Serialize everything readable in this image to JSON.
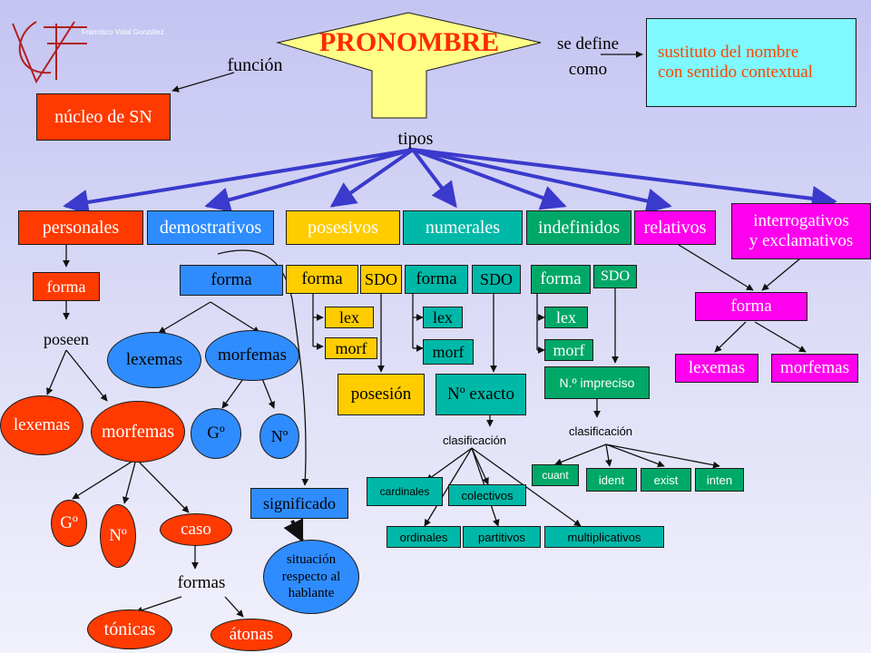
{
  "brand": {
    "logo_text": "Francisco Vidal González"
  },
  "title": "PRONOMBRE",
  "labels": {
    "funcion": "función",
    "se_define_1": "se define",
    "se_define_2": "como",
    "tipos": "tipos",
    "poseen": "poseen",
    "clasificacion_1": "clasificación",
    "clasificacion_2": "clasificación",
    "formas": "formas"
  },
  "definition": {
    "line1": "sustituto del nombre",
    "line2": "con sentido contextual"
  },
  "nucleo": "núcleo de SN",
  "types": {
    "personales": "personales",
    "demostrativos": "demostrativos",
    "posesivos": "posesivos",
    "numerales": "numerales",
    "indefinidos": "indefinidos",
    "relativos": "relativos",
    "interrogativos_1": "interrogativos",
    "interrogativos_2": "y exclamativos"
  },
  "personales": {
    "forma": "forma",
    "lexemas": "lexemas",
    "morfemas": "morfemas",
    "genero": "Gº",
    "numero": "Nº",
    "caso": "caso",
    "tonicas": "tónicas",
    "atonas": "átonas"
  },
  "demostrativos": {
    "forma": "forma",
    "lexemas": "lexemas",
    "morfemas": "morfemas",
    "genero": "Gº",
    "numero": "Nº",
    "significado": "significado",
    "situacion_1": "situación",
    "situacion_2": "respecto al",
    "situacion_3": "hablante"
  },
  "posesivos": {
    "forma": "forma",
    "sdo": "SDO",
    "lex": "lex",
    "morf": "morf",
    "posesion": "posesión"
  },
  "numerales": {
    "forma": "forma",
    "sdo": "SDO",
    "lex": "lex",
    "morf": "morf",
    "exacto": "Nº exacto",
    "cardinales": "cardinales",
    "colectivos": "colectivos",
    "ordinales": "ordinales",
    "partitivos": "partitivos",
    "multiplicativos": "multiplicativos"
  },
  "indefinidos": {
    "forma": "forma",
    "sdo": "SDO",
    "lex": "lex",
    "morf": "morf",
    "impreciso": "N.º impreciso",
    "cuant": "cuant",
    "ident": "ident",
    "exist": "exist",
    "inten": "inten"
  },
  "interrogativos": {
    "forma": "forma",
    "lexemas": "lexemas",
    "morfemas": "morfemas"
  },
  "colors": {
    "background": "#c8c8f4",
    "title_diamond": "#ffff88",
    "title_text": "#ff2a00",
    "red": "#ff3a00",
    "blue": "#2f8cff",
    "yellow": "#ffcc00",
    "teal": "#00b8a8",
    "green": "#00a868",
    "magenta": "#ff00ee",
    "cyan": "#7ff8ff",
    "arrows": "#3a3acc"
  }
}
